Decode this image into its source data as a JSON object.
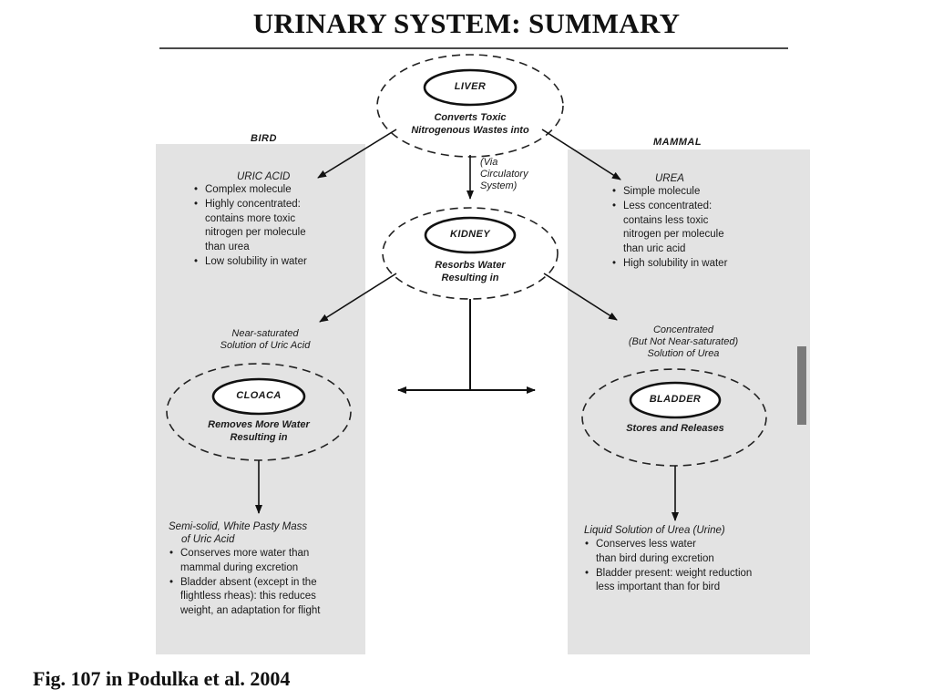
{
  "title": "URINARY SYSTEM: SUMMARY",
  "caption": "Fig. 107 in Podulka et al. 2004",
  "bird_header": "BIRD",
  "mammal_header": "MAMMAL",
  "liver": {
    "label": "LIVER",
    "desc_line1": "Converts Toxic",
    "desc_line2": "Nitrogenous Wastes into"
  },
  "via": {
    "line1": "(Via",
    "line2": "Circulatory",
    "line3": "System)"
  },
  "kidney": {
    "label": "KIDNEY",
    "desc_line1": "Resorbs Water",
    "desc_line2": "Resulting in"
  },
  "uric_acid": {
    "heading": "URIC ACID",
    "items": [
      [
        "Complex molecule"
      ],
      [
        "Highly concentrated:",
        "contains more toxic",
        "nitrogen per molecule",
        "than urea"
      ],
      [
        "Low solubility in water"
      ]
    ]
  },
  "urea": {
    "heading": "UREA",
    "items": [
      [
        "Simple molecule"
      ],
      [
        "Less concentrated:",
        "contains less toxic",
        "nitrogen per molecule",
        "than uric acid"
      ],
      [
        "High solubility in water"
      ]
    ]
  },
  "bird_solution": {
    "line1": "Near-saturated",
    "line2": "Solution of Uric Acid"
  },
  "mammal_solution": {
    "line1": "Concentrated",
    "line2": "(But Not Near-saturated)",
    "line3": "Solution of Urea"
  },
  "cloaca": {
    "label": "CLOACA",
    "desc_line1": "Removes More Water",
    "desc_line2": "Resulting in"
  },
  "bladder": {
    "label": "BLADDER",
    "desc_line1": "Stores and Releases"
  },
  "bird_result": {
    "heading_line1": "Semi-solid, White Pasty Mass",
    "heading_line2": "of Uric Acid",
    "items": [
      [
        "Conserves more water than",
        "mammal during excretion"
      ],
      [
        "Bladder absent (except in the",
        "flightless rheas): this reduces",
        "weight, an adaptation for flight"
      ]
    ]
  },
  "mammal_result": {
    "heading": "Liquid Solution of Urea (Urine)",
    "items": [
      [
        "Conserves less water",
        "than bird during excretion"
      ],
      [
        "Bladder present: weight reduction",
        "less important than for bird"
      ]
    ]
  }
}
